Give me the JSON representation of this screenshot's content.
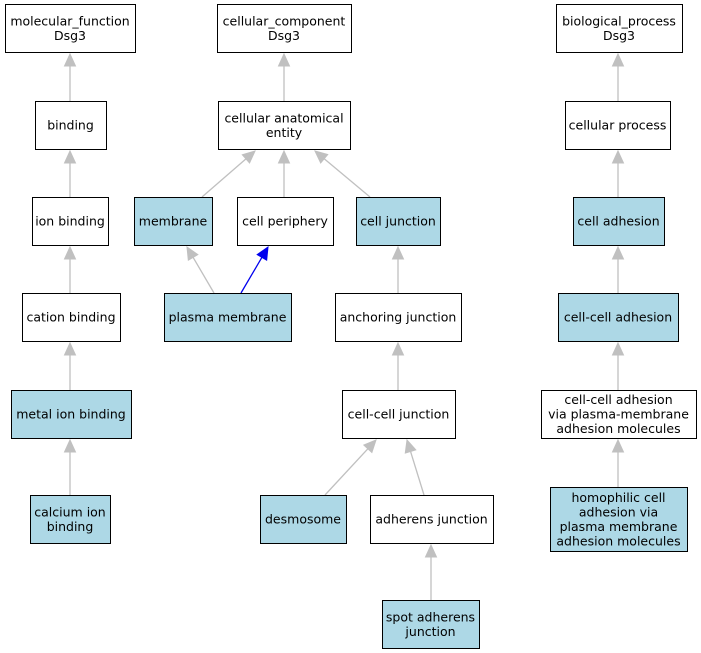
{
  "nodes": [
    {
      "id": "mf",
      "lines": [
        "molecular_function",
        "Dsg3"
      ],
      "highlighted": false
    },
    {
      "id": "binding",
      "lines": [
        "binding"
      ],
      "highlighted": false
    },
    {
      "id": "ion_binding",
      "lines": [
        "ion binding"
      ],
      "highlighted": false
    },
    {
      "id": "cation_binding",
      "lines": [
        "cation binding"
      ],
      "highlighted": false
    },
    {
      "id": "metal_ion_binding",
      "lines": [
        "metal ion binding"
      ],
      "highlighted": true
    },
    {
      "id": "calcium_ion_binding",
      "lines": [
        "calcium ion",
        "binding"
      ],
      "highlighted": true
    },
    {
      "id": "cc",
      "lines": [
        "cellular_component",
        "Dsg3"
      ],
      "highlighted": false
    },
    {
      "id": "cae",
      "lines": [
        "cellular anatomical",
        "entity"
      ],
      "highlighted": false
    },
    {
      "id": "membrane",
      "lines": [
        "membrane"
      ],
      "highlighted": true
    },
    {
      "id": "cell_periphery",
      "lines": [
        "cell periphery"
      ],
      "highlighted": false
    },
    {
      "id": "cell_junction",
      "lines": [
        "cell junction"
      ],
      "highlighted": true
    },
    {
      "id": "plasma_membrane",
      "lines": [
        "plasma membrane"
      ],
      "highlighted": true
    },
    {
      "id": "anchoring_junction",
      "lines": [
        "anchoring junction"
      ],
      "highlighted": false
    },
    {
      "id": "cell_cell_junction",
      "lines": [
        "cell-cell junction"
      ],
      "highlighted": false
    },
    {
      "id": "desmosome",
      "lines": [
        "desmosome"
      ],
      "highlighted": true
    },
    {
      "id": "adherens_junction",
      "lines": [
        "adherens junction"
      ],
      "highlighted": false
    },
    {
      "id": "spot_adherens_junction",
      "lines": [
        "spot adherens",
        "junction"
      ],
      "highlighted": true
    },
    {
      "id": "bp",
      "lines": [
        "biological_process",
        "Dsg3"
      ],
      "highlighted": false
    },
    {
      "id": "cellular_process",
      "lines": [
        "cellular process"
      ],
      "highlighted": false
    },
    {
      "id": "cell_adhesion",
      "lines": [
        "cell adhesion"
      ],
      "highlighted": true
    },
    {
      "id": "cell_cell_adhesion",
      "lines": [
        "cell-cell adhesion"
      ],
      "highlighted": true
    },
    {
      "id": "ccad_pm",
      "lines": [
        "cell-cell adhesion",
        "via plasma-membrane",
        "adhesion molecules"
      ],
      "highlighted": false
    },
    {
      "id": "homophilic",
      "lines": [
        "homophilic cell",
        "adhesion via",
        "plasma membrane",
        "adhesion molecules"
      ],
      "highlighted": true
    }
  ],
  "edges": [
    {
      "from": "binding",
      "to": "mf",
      "kind": "is_a"
    },
    {
      "from": "ion_binding",
      "to": "binding",
      "kind": "is_a"
    },
    {
      "from": "cation_binding",
      "to": "ion_binding",
      "kind": "is_a"
    },
    {
      "from": "metal_ion_binding",
      "to": "cation_binding",
      "kind": "is_a"
    },
    {
      "from": "calcium_ion_binding",
      "to": "metal_ion_binding",
      "kind": "is_a"
    },
    {
      "from": "cae",
      "to": "cc",
      "kind": "is_a"
    },
    {
      "from": "membrane",
      "to": "cae",
      "kind": "is_a"
    },
    {
      "from": "cell_periphery",
      "to": "cae",
      "kind": "is_a"
    },
    {
      "from": "cell_junction",
      "to": "cae",
      "kind": "is_a"
    },
    {
      "from": "plasma_membrane",
      "to": "membrane",
      "kind": "is_a"
    },
    {
      "from": "plasma_membrane",
      "to": "cell_periphery",
      "kind": "part_of"
    },
    {
      "from": "anchoring_junction",
      "to": "cell_junction",
      "kind": "is_a"
    },
    {
      "from": "cell_cell_junction",
      "to": "anchoring_junction",
      "kind": "is_a"
    },
    {
      "from": "desmosome",
      "to": "cell_cell_junction",
      "kind": "is_a"
    },
    {
      "from": "adherens_junction",
      "to": "cell_cell_junction",
      "kind": "is_a"
    },
    {
      "from": "spot_adherens_junction",
      "to": "adherens_junction",
      "kind": "is_a"
    },
    {
      "from": "cellular_process",
      "to": "bp",
      "kind": "is_a"
    },
    {
      "from": "cell_adhesion",
      "to": "cellular_process",
      "kind": "is_a"
    },
    {
      "from": "cell_cell_adhesion",
      "to": "cell_adhesion",
      "kind": "is_a"
    },
    {
      "from": "ccad_pm",
      "to": "cell_cell_adhesion",
      "kind": "is_a"
    },
    {
      "from": "homophilic",
      "to": "ccad_pm",
      "kind": "is_a"
    }
  ],
  "colors": {
    "highlight_fill": "#add8e6",
    "default_fill": "#ffffff",
    "is_a_edge": "#c0c0c0",
    "part_of_edge": "#0000ee"
  }
}
